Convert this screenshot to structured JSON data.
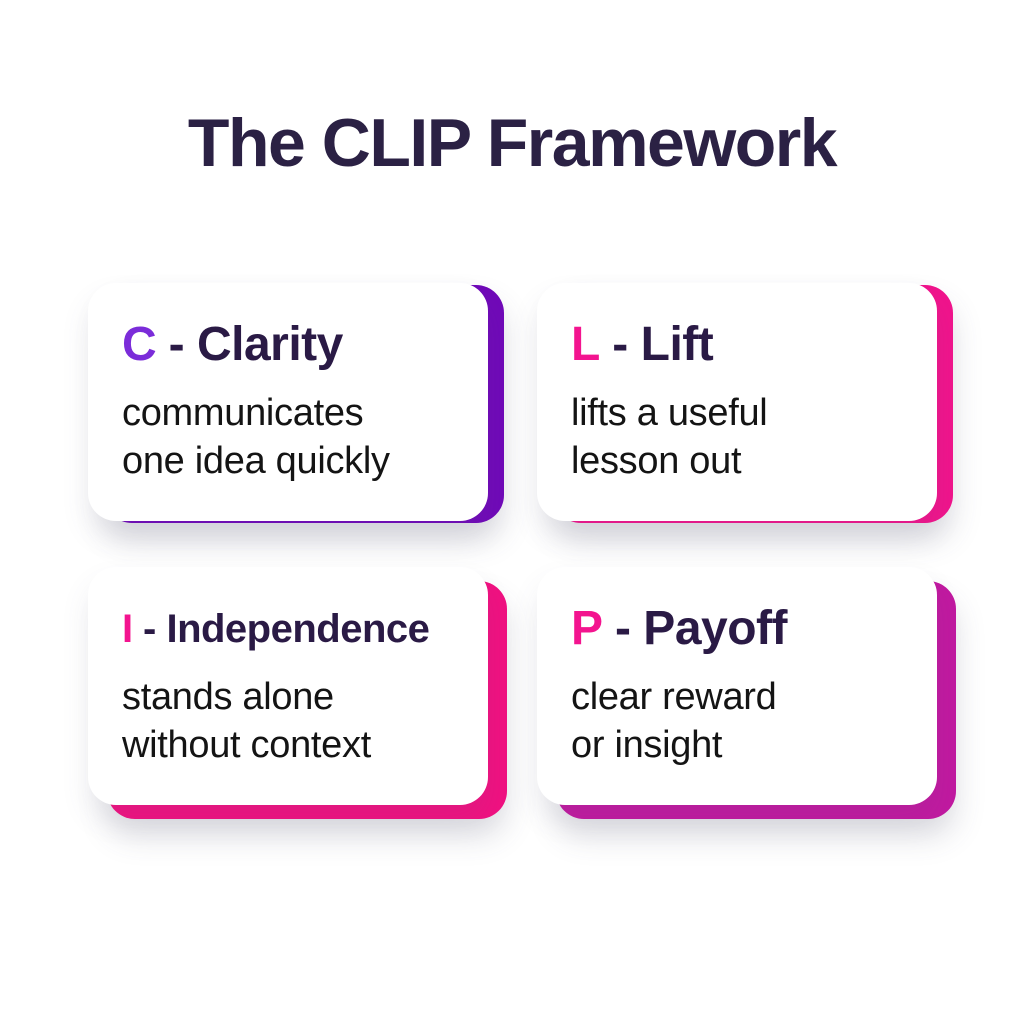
{
  "title": "The CLIP Framework",
  "colors": {
    "background": "#ffffff",
    "title_text": "#2b2144",
    "heading_dark": "#2a1a45",
    "body_text": "#141414",
    "purple_letter": "#7b2cd9",
    "purple_accent": "#7009b8",
    "pink_letter": "#f3148f",
    "pink_accent": "#f0148c",
    "hot_pink_accent": "#f01181",
    "magenta_accent": "#c119a0"
  },
  "cards": [
    {
      "letter": "C",
      "heading_rest": "- Clarity",
      "line1": "communicates",
      "line2": "one idea quickly",
      "letter_color": "#7b2cd9",
      "accent_color": "#7009b8"
    },
    {
      "letter": "L",
      "heading_rest": "- Lift",
      "line1": "lifts a useful",
      "line2": "lesson out",
      "letter_color": "#f3148f",
      "accent_color": "#f0148c"
    },
    {
      "letter": "I",
      "heading_rest": "- Independence",
      "line1": "stands alone",
      "line2": "without context",
      "letter_color": "#f3148f",
      "accent_color": "#f01181"
    },
    {
      "letter": "P",
      "heading_rest": "- Payoff",
      "line1": "clear reward",
      "line2": "or insight",
      "letter_color": "#f3148f",
      "accent_color": "#c119a0"
    }
  ]
}
